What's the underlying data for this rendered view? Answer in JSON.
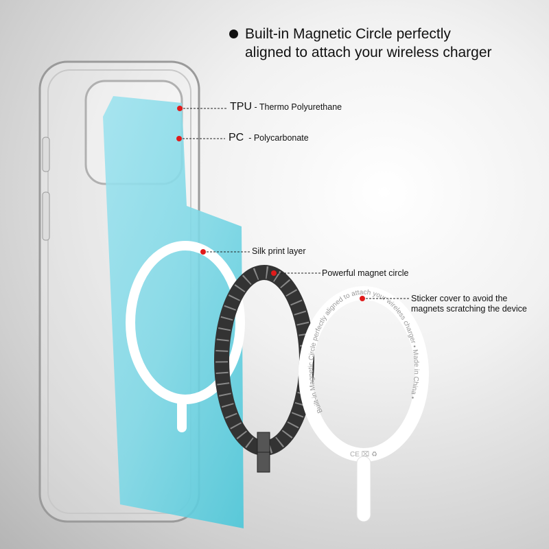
{
  "headline": {
    "line1": "Built-in Magnetic Circle perfectly",
    "line2": "aligned to attach your wireless charger"
  },
  "callouts": [
    {
      "term": "TPU",
      "desc": "- Thermo Polyurethane"
    },
    {
      "term": "PC",
      "desc": "- Polycarbonate"
    },
    {
      "term": "",
      "desc": "Silk print layer"
    },
    {
      "term": "",
      "desc": "Powerful magnet circle"
    },
    {
      "term": "",
      "desc": "Sticker cover to avoid the",
      "desc2": "magnets scratching the device"
    }
  ],
  "sticker_ring_text": "Built-in Magnetic Circle perfectly aligned to attach your wireless charger • Made in China •",
  "colors": {
    "marker": "#e01b1b",
    "pc_panel": "#5fd0e0",
    "magnet": "#555555"
  },
  "icons": [
    "bullet-icon",
    "ce-mark-icon",
    "weee-bin-icon",
    "recycle-icon"
  ]
}
